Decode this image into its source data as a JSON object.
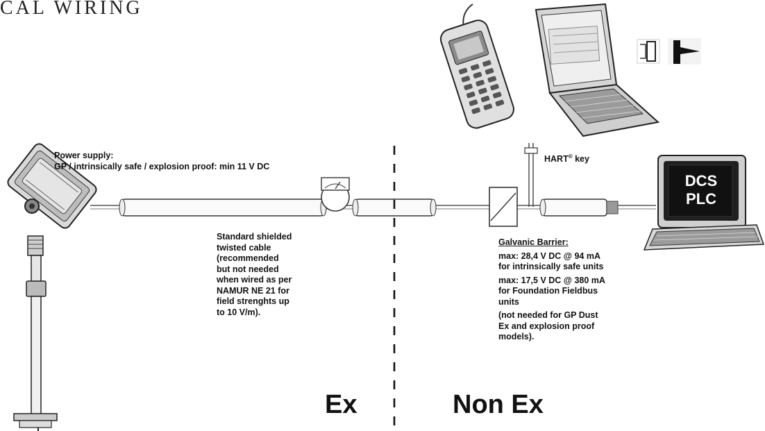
{
  "title": "CAL WIRING",
  "power_supply": {
    "heading": "Power supply:",
    "text": "GP / intrinsically safe / explosion proof: min 11 V DC"
  },
  "hart_key": {
    "label": "HART",
    "sup": "®",
    "suffix": " key"
  },
  "dcs": {
    "line1": "DCS",
    "line2": "PLC"
  },
  "cable": {
    "lines": [
      "Standard shielded",
      "twisted cable",
      "(recommended",
      "but not needed",
      "when wired as per",
      "NAMUR NE 21 for",
      "field strenghts up",
      "to 10 V/m)."
    ]
  },
  "barrier": {
    "heading": "Galvanic Barrier:",
    "block1": [
      "max: 28,4 V DC @ 94 mA",
      "for intrinsically safe units"
    ],
    "block2": [
      "max: 17,5 V DC @ 380 mA",
      "for Foundation Fieldbus",
      "units"
    ],
    "block3": [
      "(not needed for GP Dust",
      "Ex and explosion proof",
      "models)."
    ]
  },
  "zones": {
    "ex": "Ex",
    "non_ex": "Non Ex"
  }
}
